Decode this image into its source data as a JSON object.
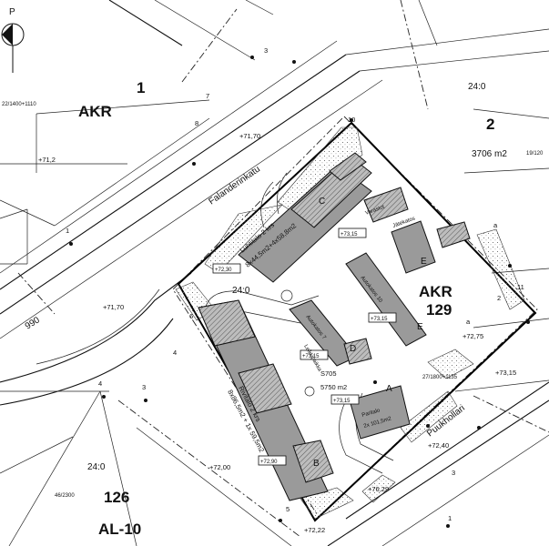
{
  "map": {
    "block_labels": {
      "akr_left": "AKR",
      "akr_center": "AKR",
      "block_129": "129",
      "block_126": "126",
      "al10": "AL-10",
      "lot_1": "1",
      "lot_2": "2"
    },
    "roads": {
      "falanderinkatu": "Falanderinkatu",
      "puukhollari": "Puukhollari",
      "road_990": "990"
    },
    "efficiency": {
      "top_right_ratio": "24:0",
      "center_ratio": "24:0",
      "bottom_ratio": "24:0",
      "area_top_right": "3706 m2",
      "center_area": "5750 m2",
      "center_code": "S705"
    },
    "elevations": {
      "e1": "+71,70",
      "e2": "+71,2",
      "e3": "+71,70",
      "e4": "+72,30",
      "e5": "+73,15",
      "e6": "+73,15",
      "e7": "+73,15",
      "e8": "+72,75",
      "e9": "+73,15",
      "e10": "+72,90",
      "e11": "+72,00",
      "e12": "+72,40",
      "e13": "+76,29",
      "e14": "+72,22"
    },
    "building_labels": {
      "c": "C",
      "b": "B",
      "a": "A",
      "d": "D",
      "e1": "E",
      "e2": "E",
      "luhtitalo": "Luhtitalo 2 krs",
      "luhtitalo_dims": "8x44,5m2+4x58,8m2",
      "rivitalo": "Rivitalo 2 krs",
      "rivitalo_dims": "8x86,5m2 + 1x 59,5m2",
      "autokatos_10": "Autokatos 10",
      "autokatos_7": "Autokatos 7",
      "paritalo": "Paritalo",
      "paritalo_dims": "2x 101,5m2",
      "varastot": "Varastot",
      "jatekatos": "Jätekatos",
      "lekkipaikka": "Leikkipaikka"
    },
    "references": {
      "ref1": "22/1400+1110",
      "ref2": "19/120",
      "ref3": "27/1800+1135",
      "ref4": "46/2300"
    },
    "markers": {
      "m3a": "3",
      "m7": "7",
      "m8": "8",
      "m1a": "1",
      "m10": "10",
      "m4a": "4",
      "m4b": "4",
      "m3b": "3",
      "m3c": "3",
      "m5": "5",
      "m6": "6",
      "m11": "11",
      "m2": "2",
      "m1b": "1",
      "m_a": "a",
      "m_a2": "a",
      "p_letter": "P"
    }
  }
}
